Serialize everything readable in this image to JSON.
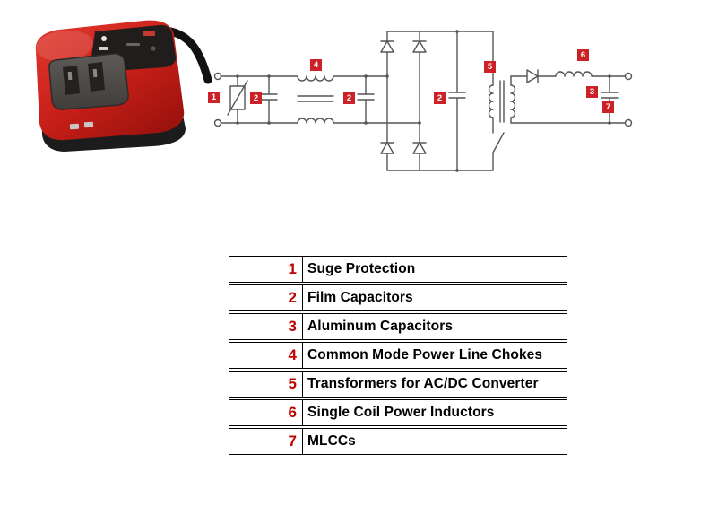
{
  "colors": {
    "accent_red": "#cc2127",
    "table_number_red": "#c00000",
    "wire_gray": "#555555"
  },
  "schematic": {
    "component_labels": {
      "surge": "1",
      "film_cap_a": "2",
      "choke": "4",
      "film_cap_b": "2",
      "film_cap_c": "2",
      "transformer": "5",
      "inductor": "6",
      "aluminum_cap": "3",
      "mlcc": "7"
    }
  },
  "legend_table": {
    "rows": [
      {
        "num": "1",
        "label": "Suge Protection"
      },
      {
        "num": "2",
        "label": "Film Capacitors"
      },
      {
        "num": "3",
        "label": "Aluminum Capacitors"
      },
      {
        "num": "4",
        "label": "Common Mode Power Line Chokes"
      },
      {
        "num": "5",
        "label": "Transformers for AC/DC Converter"
      },
      {
        "num": "6",
        "label": "Single Coil Power Inductors"
      },
      {
        "num": "7",
        "label": "MLCCs"
      }
    ]
  }
}
